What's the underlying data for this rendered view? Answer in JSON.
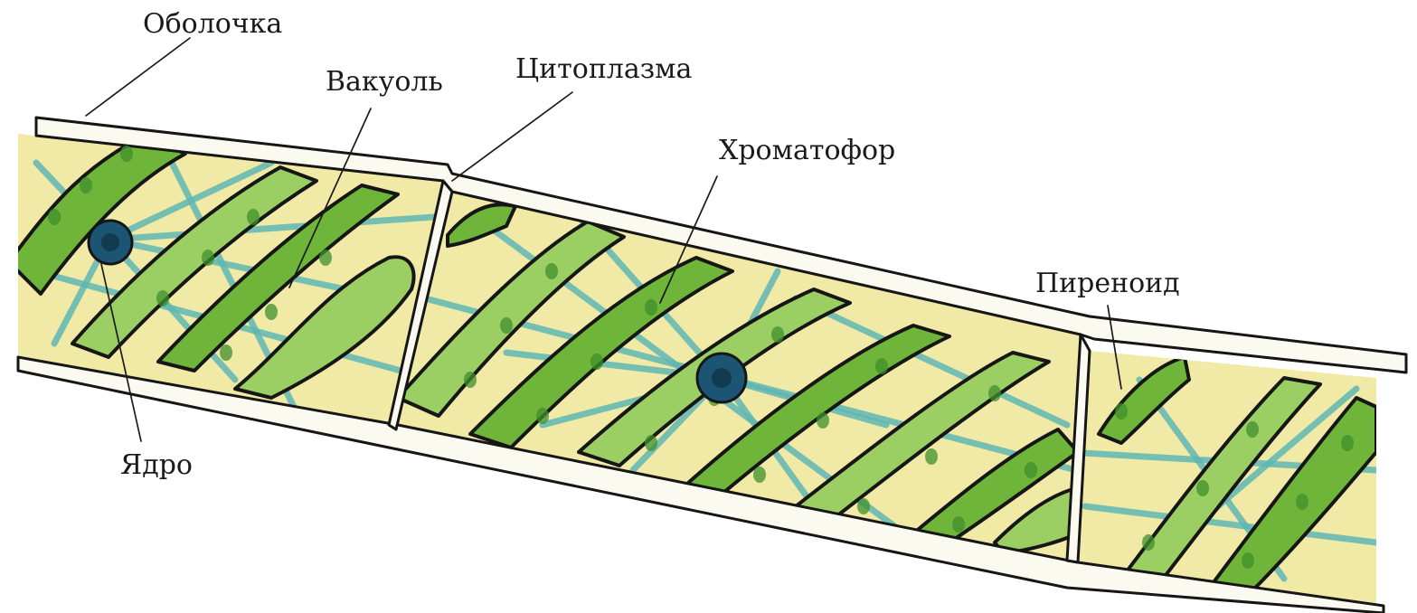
{
  "labels": {
    "envelope": "Оболочка",
    "vacuole": "Вакуоль",
    "cytoplasm": "Цитоплазма",
    "chromatophore": "Хроматофор",
    "pyrenoid": "Пиреноид",
    "nucleus": "Ядро"
  },
  "colors": {
    "background": "#ffffff",
    "cell_sap": "#f1e9a6",
    "cytoplasm_strands": "#5fb6b4",
    "chromatophore_fill": "#6fb53a",
    "chromatophore_light": "#9ccf63",
    "chromatophore_outline": "#161616",
    "pyrenoid": "#3f8f2c",
    "nucleus": "#1c5573",
    "nucleus_center": "#123a50",
    "wall": "#fbfaf0",
    "wall_line": "#161616"
  },
  "icons": {
    "envelope": "cell-wall-shape",
    "nucleus": "nucleus-shape",
    "chromatophore": "spiral-chromatophore-shape",
    "pyrenoid": "pyrenoid-shape"
  }
}
